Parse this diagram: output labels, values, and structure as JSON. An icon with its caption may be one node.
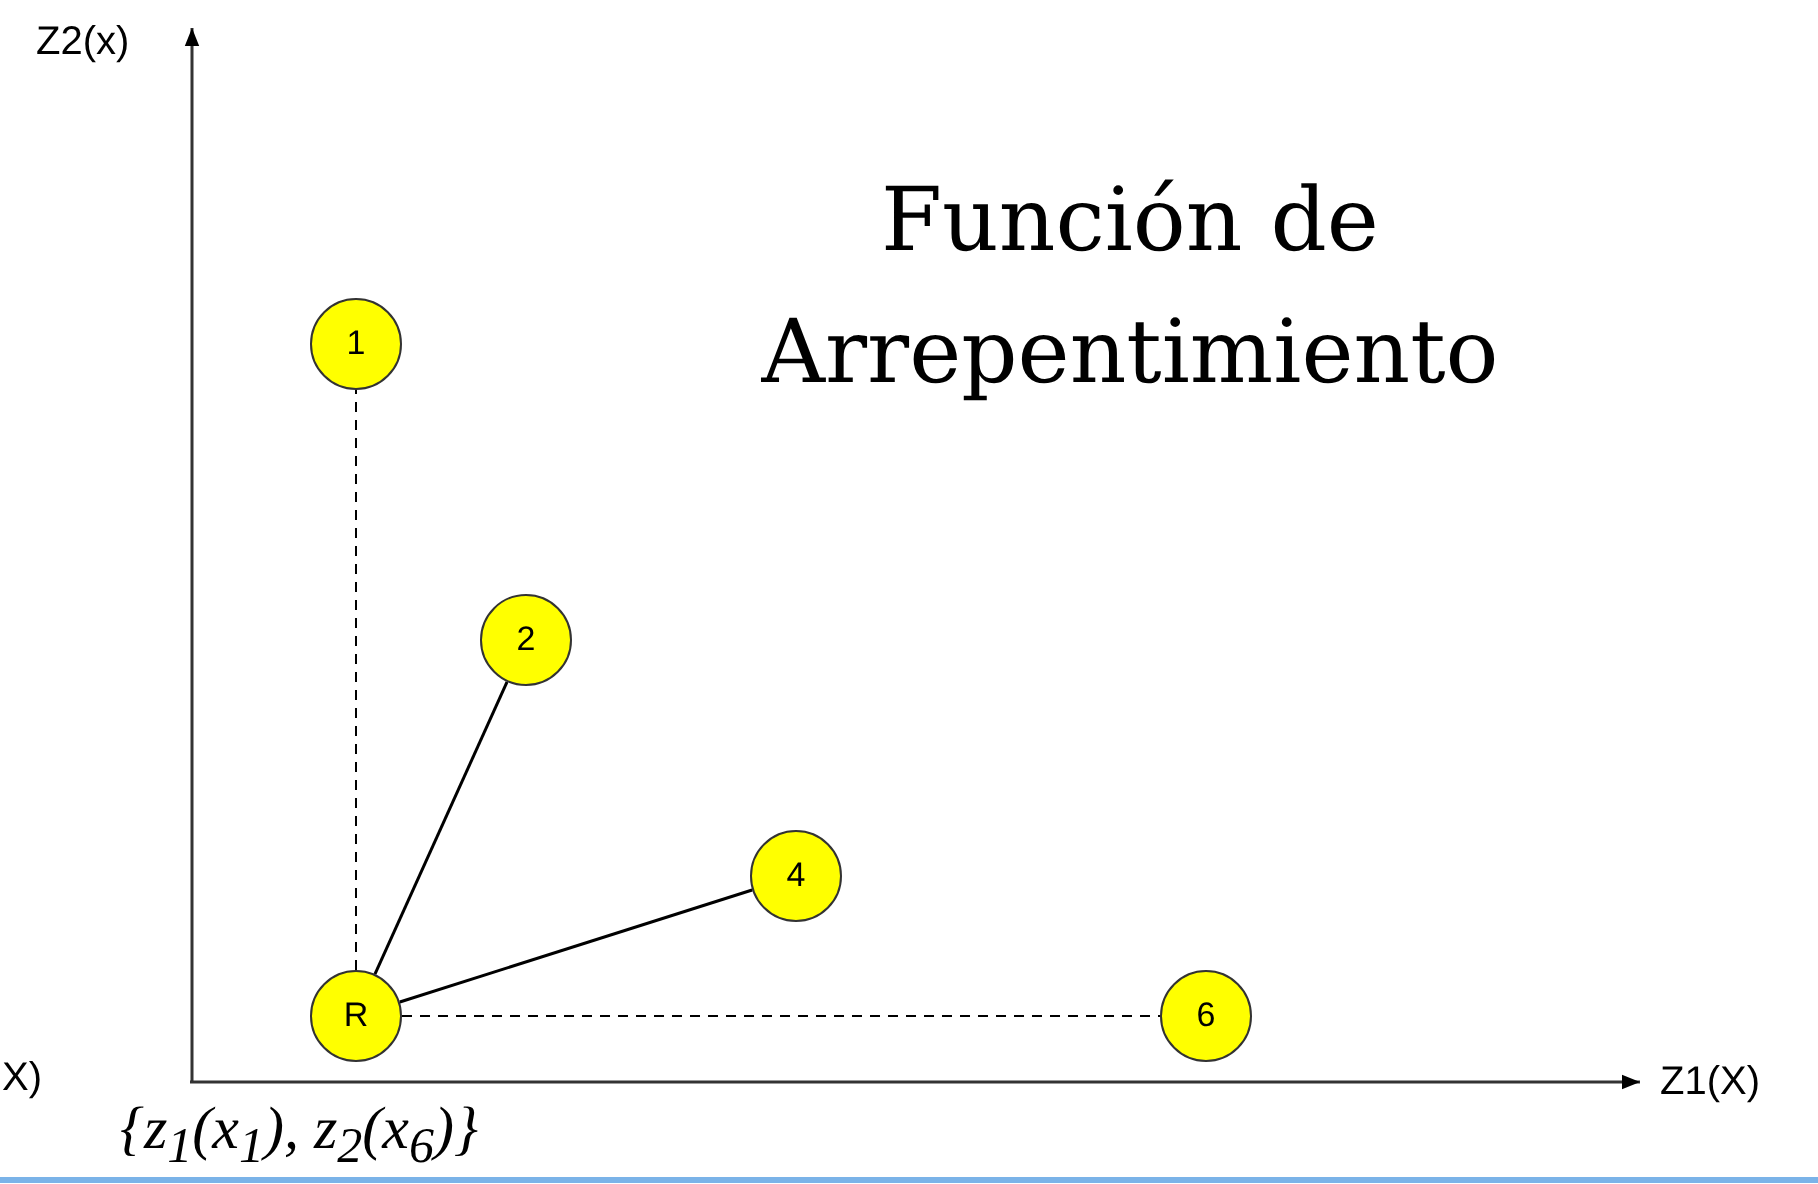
{
  "diagram": {
    "title": "Función de Arrepentimiento",
    "nodes": [
      {
        "text": [
          "1"
        ]
      },
      {
        "text": [
          "2"
        ]
      },
      {
        "text": [
          "4"
        ]
      },
      {
        "text": [
          "R"
        ]
      },
      {
        "text": [
          "6"
        ]
      }
    ],
    "edges": [
      {
        "from": 3,
        "to": 0,
        "arrow": "none",
        "style": "dashed"
      },
      {
        "from": 3,
        "to": 1,
        "arrow": "none"
      },
      {
        "from": 3,
        "to": 2,
        "arrow": "none"
      },
      {
        "from": 3,
        "to": 4,
        "arrow": "none",
        "style": "dashed"
      }
    ],
    "labels": [
      "Z2(x)",
      "Z1(X)",
      "X)",
      "{z$_{1}$(x$_{1}$), z$_{2}$(x$_{6}$)}"
    ]
  }
}
